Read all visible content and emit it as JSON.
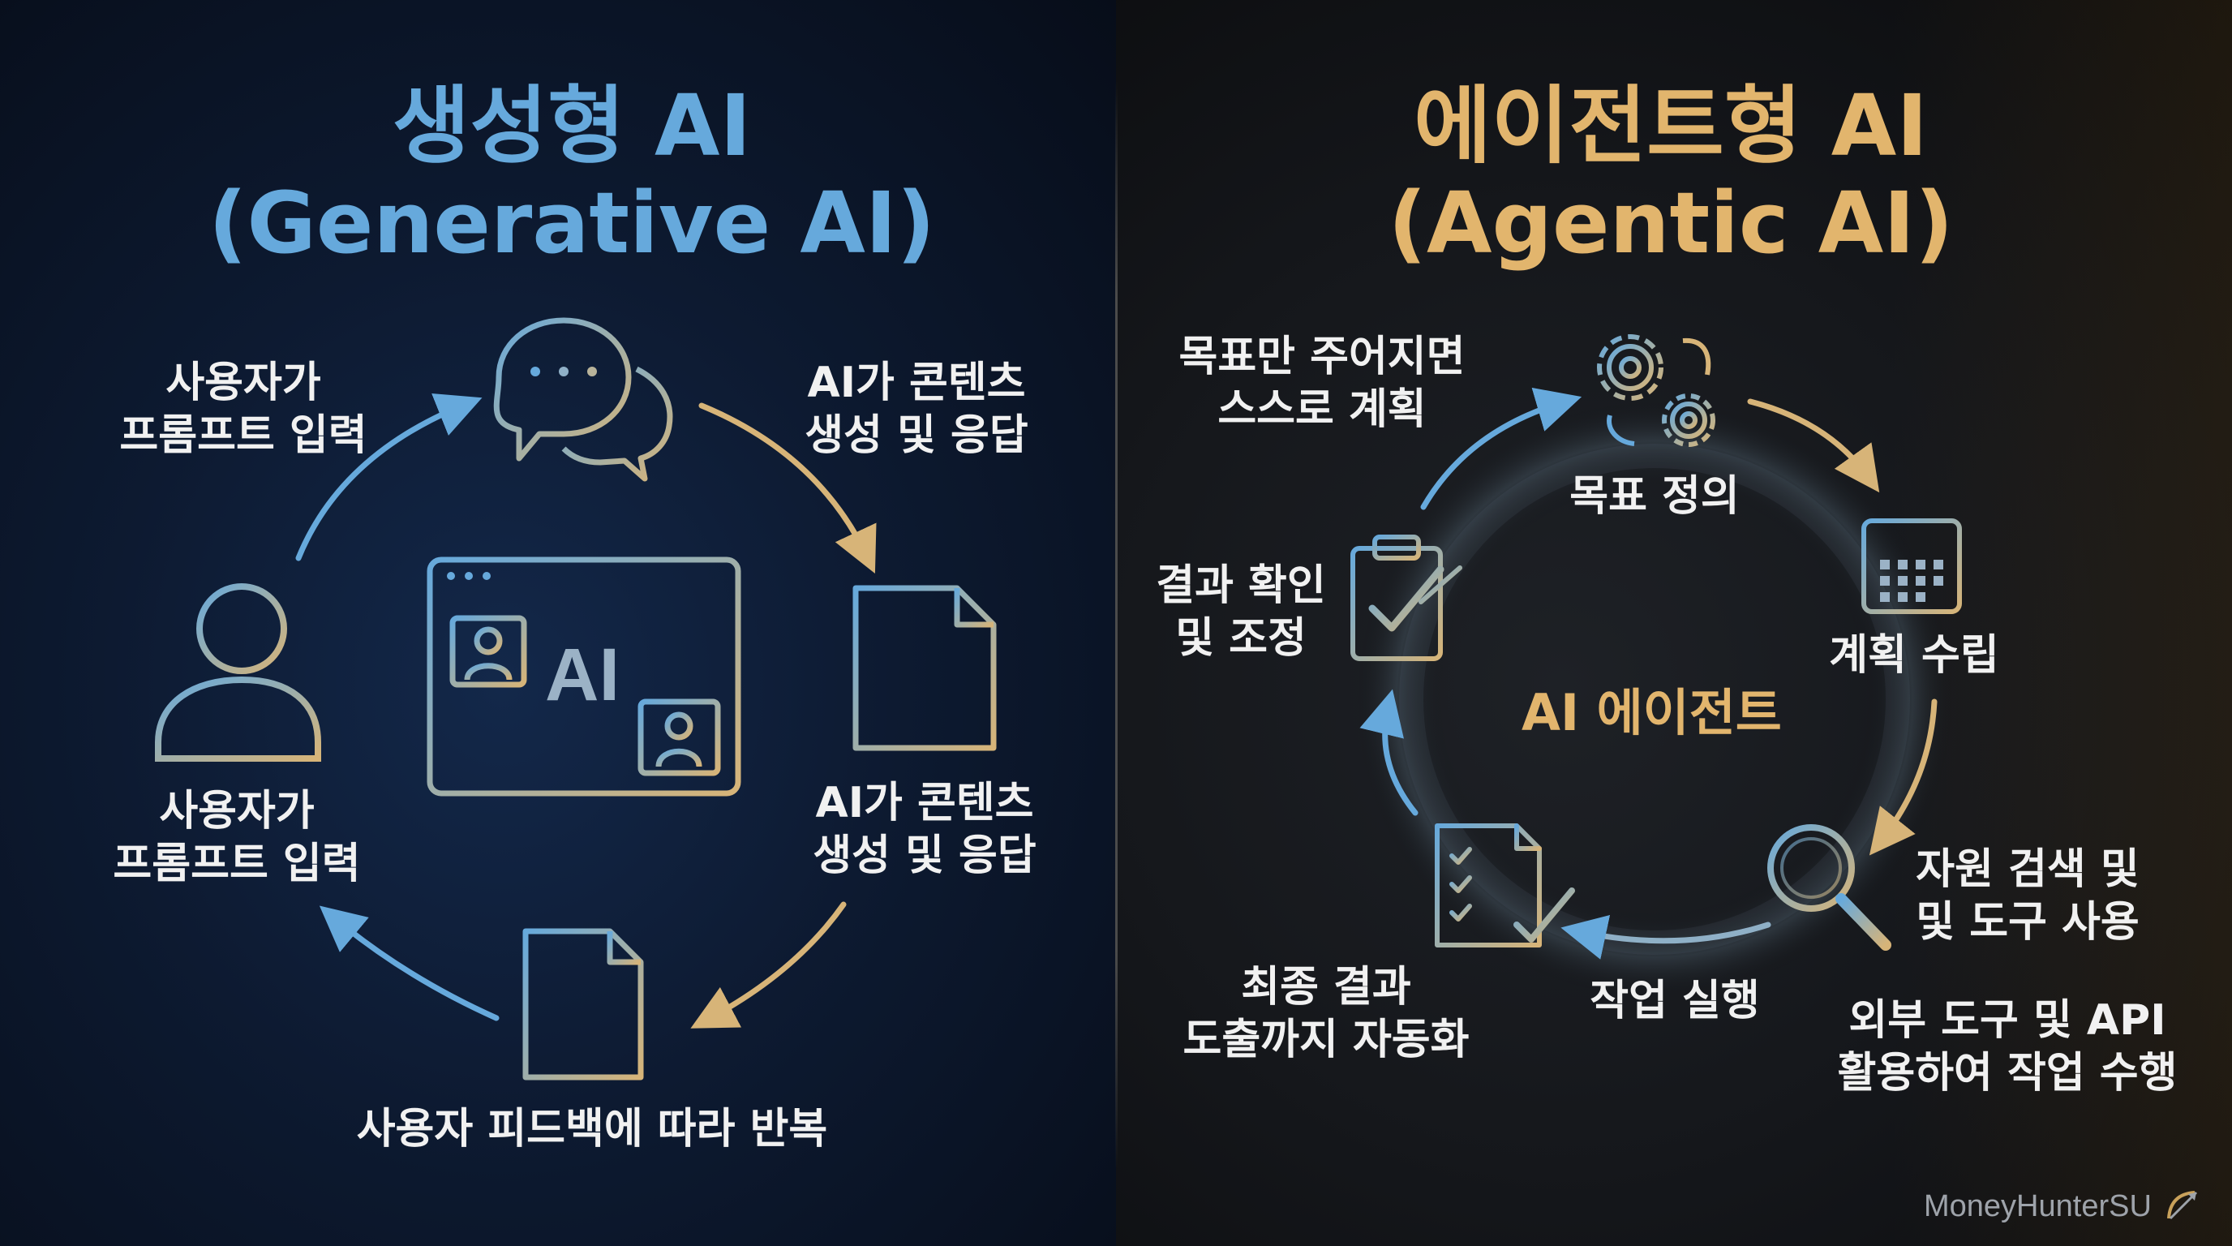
{
  "left": {
    "title_line1": "생성형 AI",
    "title_line2": "(Generative AI)",
    "screen_text": "AI",
    "labels": {
      "top_left": [
        "사용자가",
        "프롬프트 입력"
      ],
      "top_right": [
        "AI가 콘텐츠",
        "생성 및 응답"
      ],
      "mid_left": [
        "사용자가",
        "프롬프트 입력"
      ],
      "mid_right": [
        "AI가 콘텐츠",
        "생성 및 응답"
      ],
      "bottom": "사용자 피드백에 따라 반복"
    }
  },
  "right": {
    "title_line1": "에이전트형 AI",
    "title_line2": "(Agentic AI)",
    "center": "AI 에이전트",
    "labels": {
      "top_left": [
        "목표만 주어지면",
        "스스로 계획"
      ],
      "goal": "목표 정의",
      "plan": "계획 수립",
      "search": [
        "자원 검색 및",
        "및 도구 사용"
      ],
      "tools": [
        "외부 도구 및 API",
        "활용하여 작업 수행"
      ],
      "execute": "작업 실행",
      "final": [
        "최종 결과",
        "도출까지 자동화"
      ],
      "review": [
        "결과 확인",
        "및 조정"
      ]
    }
  },
  "watermark": "MoneyHunterSU",
  "colors": {
    "blue": "#66a9dc",
    "gold": "#e2b56d",
    "text": "#f1f1f1"
  },
  "icons": [
    "chat-bubbles-icon",
    "user-icon",
    "document-icon",
    "ai-window-icon",
    "gears-icon",
    "calendar-icon",
    "magnifier-icon",
    "checklist-icon",
    "clipboard-check-icon"
  ]
}
